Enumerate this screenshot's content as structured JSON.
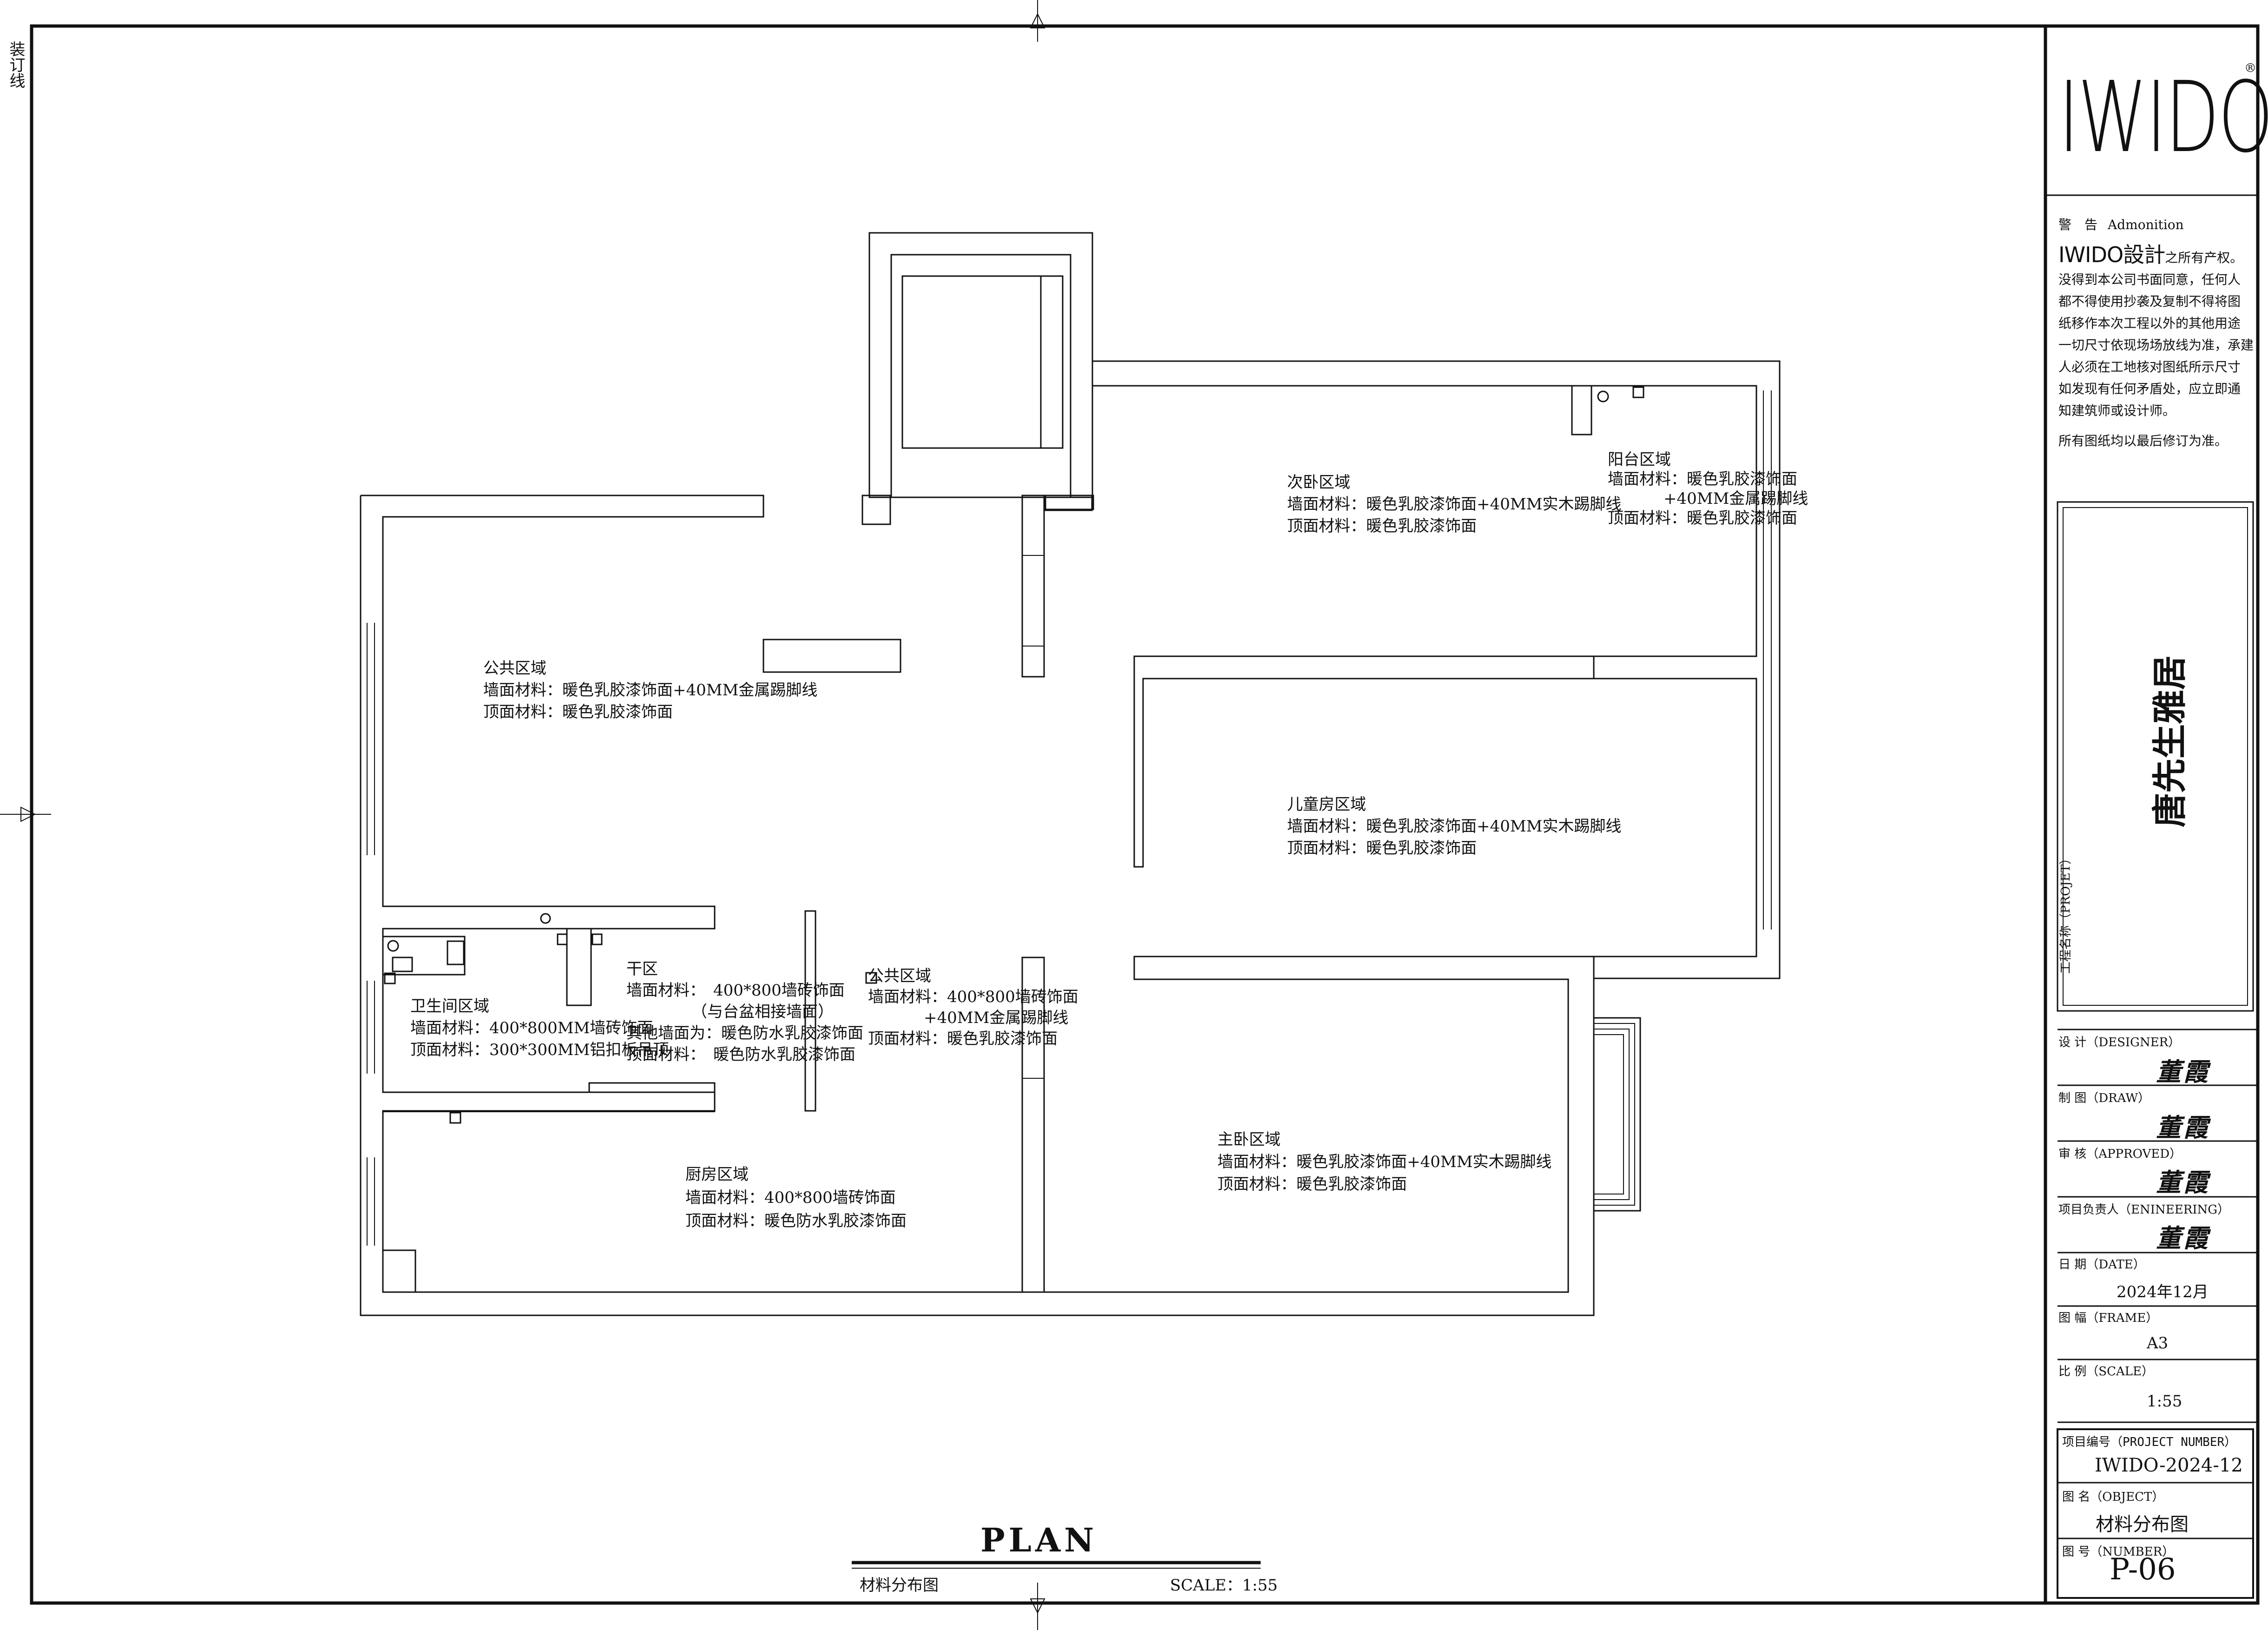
{
  "binding_line": "装订线",
  "logo": "IWIDO",
  "logo_mark": "®",
  "warning": {
    "title": "警　告",
    "title_en": "Admonition",
    "brand": "IWIDO設計",
    "lines": [
      "之所有产权。",
      "没得到本公司书面同意，任何人",
      "都不得使用抄袭及复制不得将图",
      "纸移作本次工程以外的其他用途",
      "一切尺寸依现场场放线为准，承建",
      "人必须在工地核对图纸所示尺寸",
      "如发现有任何矛盾处，应立即通",
      "知建筑师或设计师。"
    ],
    "last_line": "所有图纸均以最后修订为准。"
  },
  "project": {
    "label": "工程名称（PROJET）",
    "name": "唐先生雅居"
  },
  "title_block": {
    "designer_label": "设 计（DESIGNER）",
    "draw_label": "制 图（DRAW）",
    "approved_label": "审 核（APPROVED）",
    "engineering_label": "项目负责人（ENINEERING）",
    "signature": "董霞",
    "date_label": "日 期（DATE）",
    "date_value": "2024年12月",
    "frame_label": "图 幅（FRAME）",
    "frame_value": "A3",
    "scale_label": "比 例（SCALE）",
    "scale_value": "1:55",
    "project_number_label": "项目编号（PROJECT NUMBER）",
    "project_number_value": "IWIDO-2024-12",
    "object_label": "图 名（OBJECT）",
    "object_value": "材料分布图",
    "number_label": "图 号（NUMBER）",
    "number_value": "P-06"
  },
  "plan_title": {
    "title": "PLAN",
    "subtitle": "材料分布图",
    "scale": "SCALE：1:55"
  },
  "rooms": {
    "public_area_1": {
      "name": "公共区域",
      "wall": "墙面材料：暖色乳胶漆饰面+40MM金属踢脚线",
      "ceiling": "顶面材料：暖色乳胶漆饰面"
    },
    "second_bedroom": {
      "name": "次卧区域",
      "wall": "墙面材料：暖色乳胶漆饰面+40MM实木踢脚线",
      "ceiling": "顶面材料：暖色乳胶漆饰面"
    },
    "balcony": {
      "name": "阳台区域",
      "wall": "墙面材料：暖色乳胶漆饰面",
      "wall2": "+40MM金属踢脚线",
      "ceiling": "顶面材料：暖色乳胶漆饰面"
    },
    "kids_room": {
      "name": "儿童房区域",
      "wall": "墙面材料：暖色乳胶漆饰面+40MM实木踢脚线",
      "ceiling": "顶面材料：暖色乳胶漆饰面"
    },
    "bathroom": {
      "name": "卫生间区域",
      "wall": "墙面材料：400*800MM墙砖饰面",
      "ceiling": "顶面材料：300*300MM铝扣板吊顶"
    },
    "dry_area": {
      "name": "干区",
      "wall": "墙面材料：　400*800墙砖饰面",
      "wall2": "（与台盆相接墙面）",
      "other_wall": "其他墙面为：暖色防水乳胶漆饰面",
      "ceiling": "顶面材料：　暖色防水乳胶漆饰面"
    },
    "public_area_2": {
      "name": "公共区域",
      "wall": "墙面材料：400*800墙砖饰面",
      "wall2": "+40MM金属踢脚线",
      "ceiling": "顶面材料：暖色乳胶漆饰面"
    },
    "kitchen": {
      "name": "厨房区域",
      "wall": "墙面材料：400*800墙砖饰面",
      "ceiling": "顶面材料：暖色防水乳胶漆饰面"
    },
    "master_bedroom": {
      "name": "主卧区域",
      "wall": "墙面材料：暖色乳胶漆饰面+40MM实木踢脚线",
      "ceiling": "顶面材料：暖色乳胶漆饰面"
    }
  }
}
